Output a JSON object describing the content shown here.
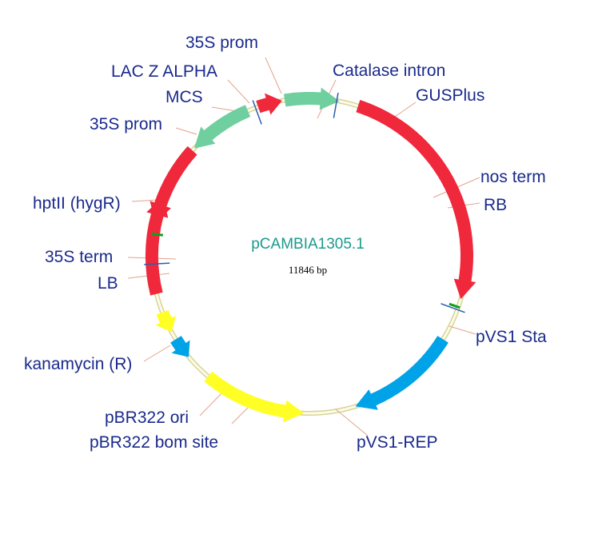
{
  "plasmid": {
    "name": "pCAMBIA1305.1",
    "size": "11846 bp"
  },
  "colors": {
    "backbone": "#d8d49a",
    "backbone_inner": "#fbfbe6",
    "red": "#f0283c",
    "green": "#6fcf9f",
    "blue": "#00a2e8",
    "yellow": "#ffff26",
    "site_blue": "#2a5db0",
    "site_green": "#10a020",
    "label": "#1a2a8c",
    "name": "#1a9a8c",
    "leader": "#e3a38c"
  },
  "features": [
    {
      "id": "35s-prom-top",
      "label": "35S prom",
      "start_deg": 351,
      "end_deg": 11,
      "color": "green"
    },
    {
      "id": "gusplus",
      "label": "GUSPlus",
      "start_deg": 18,
      "end_deg": 106,
      "color": "red"
    },
    {
      "id": "pvs1-sta",
      "label": "pVS1 Sta",
      "start_deg": 122,
      "end_deg": 163,
      "color": "blue"
    },
    {
      "id": "pvs1-rep",
      "label": "pVS1-REP",
      "start_deg": 220,
      "end_deg": 182,
      "color": "yellow"
    },
    {
      "id": "pbr322-bom",
      "label": "pBR322 bom site",
      "start_deg": 238,
      "end_deg": 230,
      "color": "blue"
    },
    {
      "id": "pbr322-ori",
      "label": "pBR322 ori",
      "start_deg": 249,
      "end_deg": 241,
      "color": "yellow"
    },
    {
      "id": "kanamycin",
      "label": "kanamycin (R)",
      "start_deg": 256,
      "end_deg": 292,
      "color": "red"
    },
    {
      "id": "hptii",
      "label": "hptII (hygR)",
      "start_deg": 312,
      "end_deg": 282,
      "color": "red"
    },
    {
      "id": "35s-prom-left",
      "label": "35S prom",
      "start_deg": 337,
      "end_deg": 313,
      "color": "green"
    },
    {
      "id": "lac-z-alpha",
      "label": "LAC Z ALPHA",
      "start_deg": 341,
      "end_deg": 350,
      "color": "red"
    }
  ],
  "sites": [
    {
      "id": "catalase-intron",
      "label": "Catalase intron",
      "angle_deg": 10,
      "color": "site_blue"
    },
    {
      "id": "mcs",
      "label": "MCS",
      "angle_deg": 340,
      "color": "site_blue"
    },
    {
      "id": "nos-term",
      "label": "nos term",
      "angle_deg": 109,
      "color": "site_green"
    },
    {
      "id": "rb",
      "label": "RB",
      "angle_deg": 110,
      "color": "site_blue"
    },
    {
      "id": "35s-term",
      "label": "35S term",
      "angle_deg": 278,
      "color": "site_green"
    },
    {
      "id": "lb",
      "label": "LB",
      "angle_deg": 267,
      "color": "site_blue"
    }
  ]
}
